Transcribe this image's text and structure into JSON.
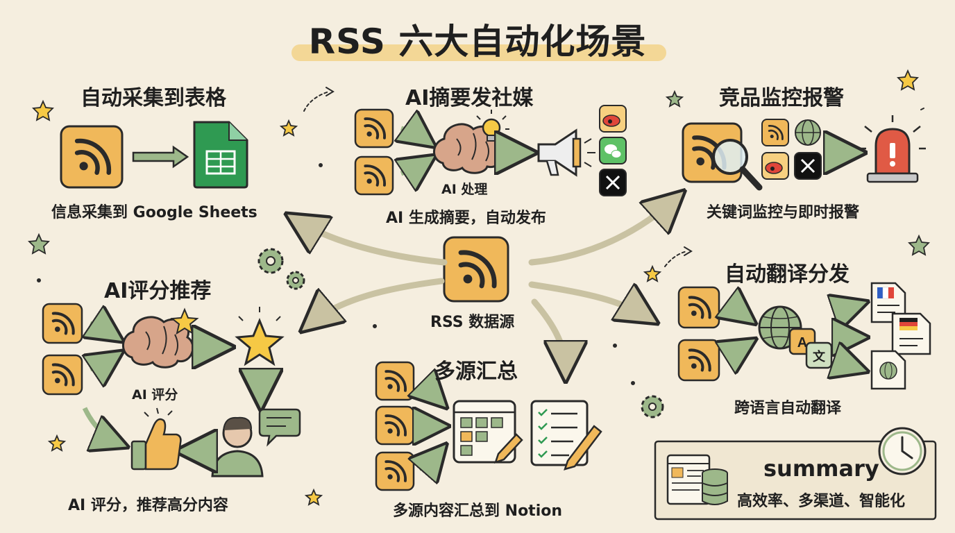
{
  "title": "RSS 六大自动化场景",
  "center": {
    "label": "RSS 数据源"
  },
  "scenarios": [
    {
      "heading": "自动采集到表格",
      "caption": "信息采集到 Google Sheets"
    },
    {
      "heading": "AI摘要发社媒",
      "sublabel": "AI 处理",
      "caption": "AI 生成摘要，自动发布"
    },
    {
      "heading": "竞品监控报警",
      "caption": "关键词监控与即时报警"
    },
    {
      "heading": "AI评分推荐",
      "sublabel": "AI 评分",
      "caption": "AI 评分，推荐高分内容"
    },
    {
      "heading": "多源汇总",
      "caption": "多源内容汇总到 Notion"
    },
    {
      "heading": "自动翻译分发",
      "caption": "跨语言自动翻译"
    }
  ],
  "summary": {
    "title": "summary",
    "text": "高效率、多渠道、智能化"
  },
  "translate_glyphs": {
    "source": "A",
    "target": "文"
  },
  "colors": {
    "background": "#f5eedf",
    "rss_orange": "#f0b85a",
    "rss_stroke": "#2a2a2a",
    "sheets_green": "#2f9a52",
    "arrow_green": "#9db88a",
    "highlight": "#f2cf7e",
    "alarm_red": "#e05a45",
    "star_yellow": "#f6c945"
  },
  "icons": [
    "rss-icon",
    "google-sheets-icon",
    "brain-icon",
    "lightbulb-icon",
    "megaphone-icon",
    "weibo-icon",
    "wechat-icon",
    "x-icon",
    "magnifier-icon",
    "globe-icon",
    "alarm-icon",
    "star-icon",
    "thumbs-up-icon",
    "user-icon",
    "chat-bubble-icon",
    "kanban-board-icon",
    "checklist-icon",
    "pencil-icon",
    "translate-icon",
    "document-icon",
    "gear-icon",
    "clock-icon",
    "database-icon"
  ]
}
